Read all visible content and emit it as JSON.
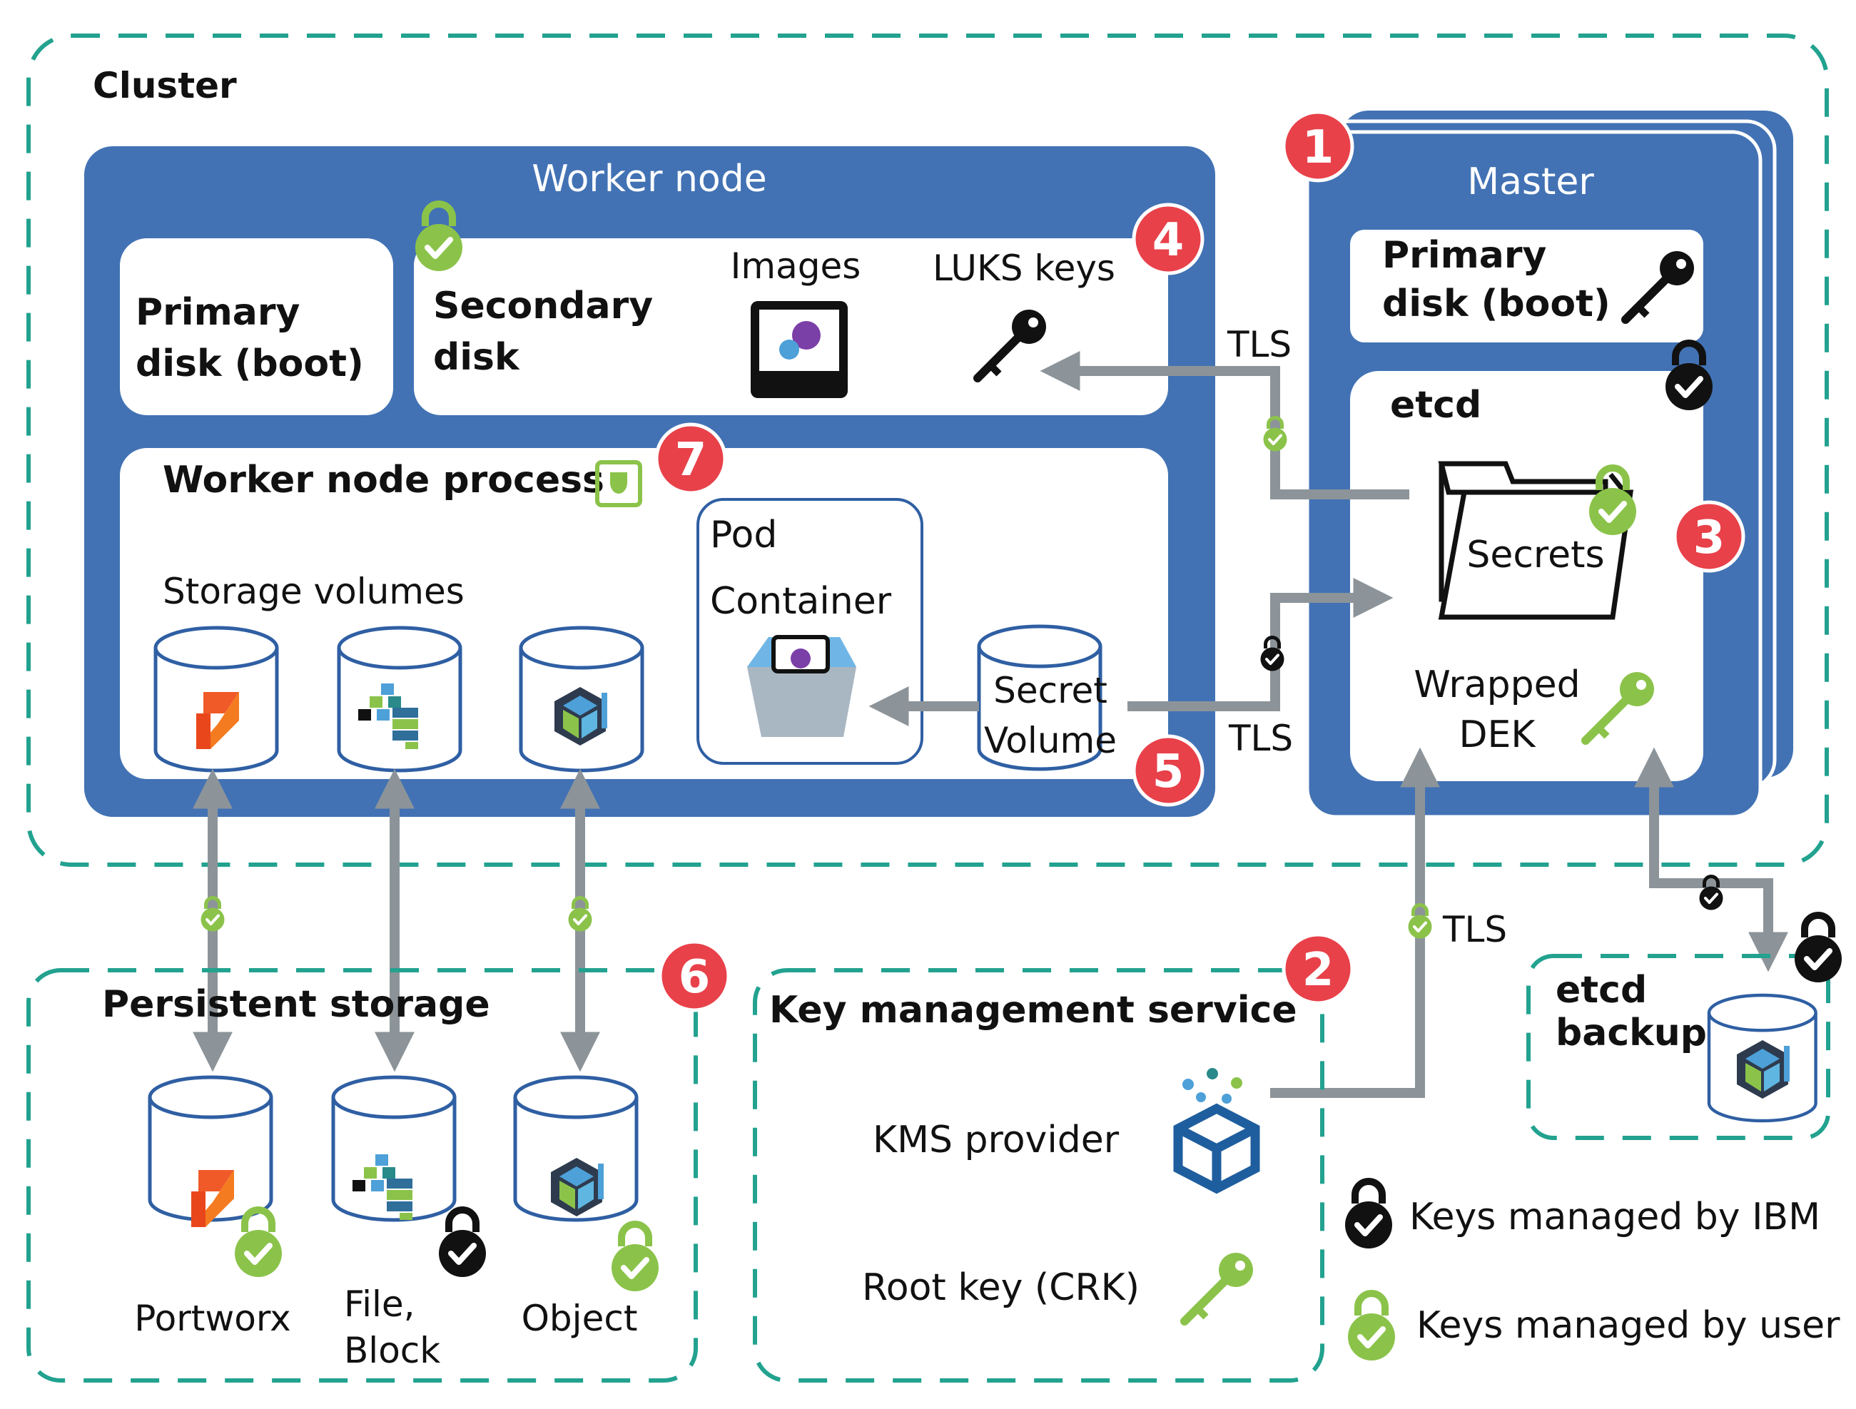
{
  "cluster": {
    "title": "Cluster"
  },
  "worker_node": {
    "title": "Worker node",
    "primary_disk": {
      "line1": "Primary",
      "line2": "disk (boot)"
    },
    "secondary_disk": {
      "line1": "Secondary",
      "line2": "disk"
    },
    "images_label": "Images",
    "luks_keys_label": "LUKS keys",
    "process": {
      "title": "Worker node process",
      "storage_volumes_label": "Storage volumes",
      "pod_label": "Pod",
      "container_label": "Container",
      "secret_volume": {
        "line1": "Secret",
        "line2": "Volume"
      }
    }
  },
  "master": {
    "title": "Master",
    "primary_disk": {
      "line1": "Primary",
      "line2": "disk (boot)"
    },
    "etcd": {
      "title": "etcd",
      "secrets_label": "Secrets",
      "wrapped_dek": {
        "line1": "Wrapped",
        "line2": "DEK"
      }
    }
  },
  "connections": {
    "tls_luks": "TLS",
    "tls_secret": "TLS",
    "tls_kms": "TLS"
  },
  "persistent_storage": {
    "title": "Persistent storage",
    "items": [
      {
        "label": "Portworx"
      },
      {
        "line1": "File,",
        "line2": "Block"
      },
      {
        "label": "Object"
      }
    ]
  },
  "kms": {
    "title": "Key management service",
    "provider_label": "KMS provider",
    "root_key_label": "Root key (CRK)"
  },
  "etcd_backup": {
    "line1": "etcd",
    "line2": "backup"
  },
  "legend": {
    "ibm": "Keys managed by IBM",
    "user": "Keys managed by user"
  },
  "badges": [
    "1",
    "2",
    "3",
    "4",
    "5",
    "6",
    "7"
  ],
  "colors": {
    "node_blue": "#4272b4",
    "dashed_teal": "#22a28f",
    "badge_red": "#e8414a",
    "arrow_gray": "#8c9499",
    "user_key_green": "#8bc34a",
    "ibm_key_black": "#111111"
  },
  "icons": [
    "lock-check-icon-green",
    "lock-check-icon-black",
    "key-icon",
    "cylinder-icon",
    "portworx-icon",
    "blocks-icon",
    "cube-icon",
    "container-icon",
    "folder-icon",
    "kms-icon",
    "chip-shield-icon",
    "image-gear-icon"
  ]
}
